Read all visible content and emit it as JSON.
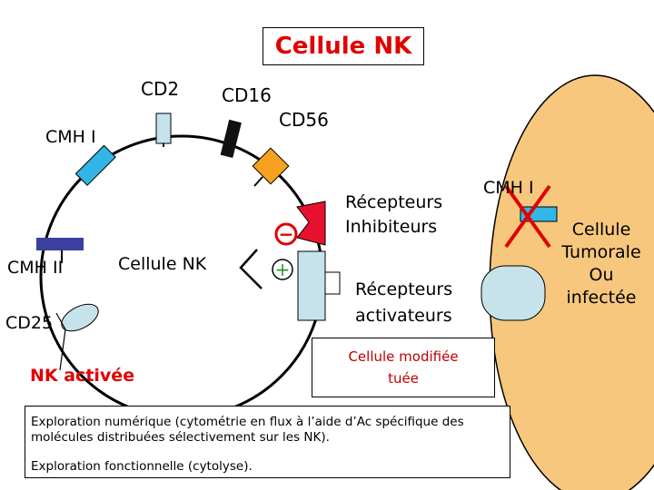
{
  "title": "Cellule NK",
  "labels": {
    "cd2": "CD2",
    "cd16": "CD16",
    "cd56": "CD56",
    "cmh1_left": "CMH I",
    "cmh2": "CMH II",
    "cellule_nk_inner": "Cellule NK",
    "cd25": "CD25",
    "nk_activee": "NK activée",
    "recepteurs_inhibiteurs": [
      "Récepteurs",
      "Inhibiteurs"
    ],
    "recepteurs_activateurs": [
      "Récepteurs",
      "activateurs"
    ],
    "cmh1_right": "CMH I",
    "minus_sign": "−",
    "plus_sign": "+"
  },
  "target_cell": [
    "Cellule",
    "Tumorale",
    "Ou",
    "infectée"
  ],
  "outcome_box": [
    "Cellule modifiée",
    "tuée"
  ],
  "info_box": {
    "line1": "Exploration numérique (cytométrie en flux à l’aide d’Ac spécifique des molécules distribuées sélectivement sur les NK).",
    "line2": "Exploration fonctionnelle (cytolyse)."
  },
  "colors": {
    "title_red": "#e00000",
    "nk_membrane": "#000000",
    "target_cell_fill": "#f7c77e",
    "cd2_fill": "#c6e2ea",
    "cd56_fill": "#f6a21e",
    "cmh1_fill": "#33b5e5",
    "cmh2_fill": "#3b3f9e",
    "inhibitor_fill": "#e8112d",
    "activator_fill": "#c6e2ea",
    "cd25_fill": "#c6e2ea",
    "cross_red": "#e00000"
  }
}
